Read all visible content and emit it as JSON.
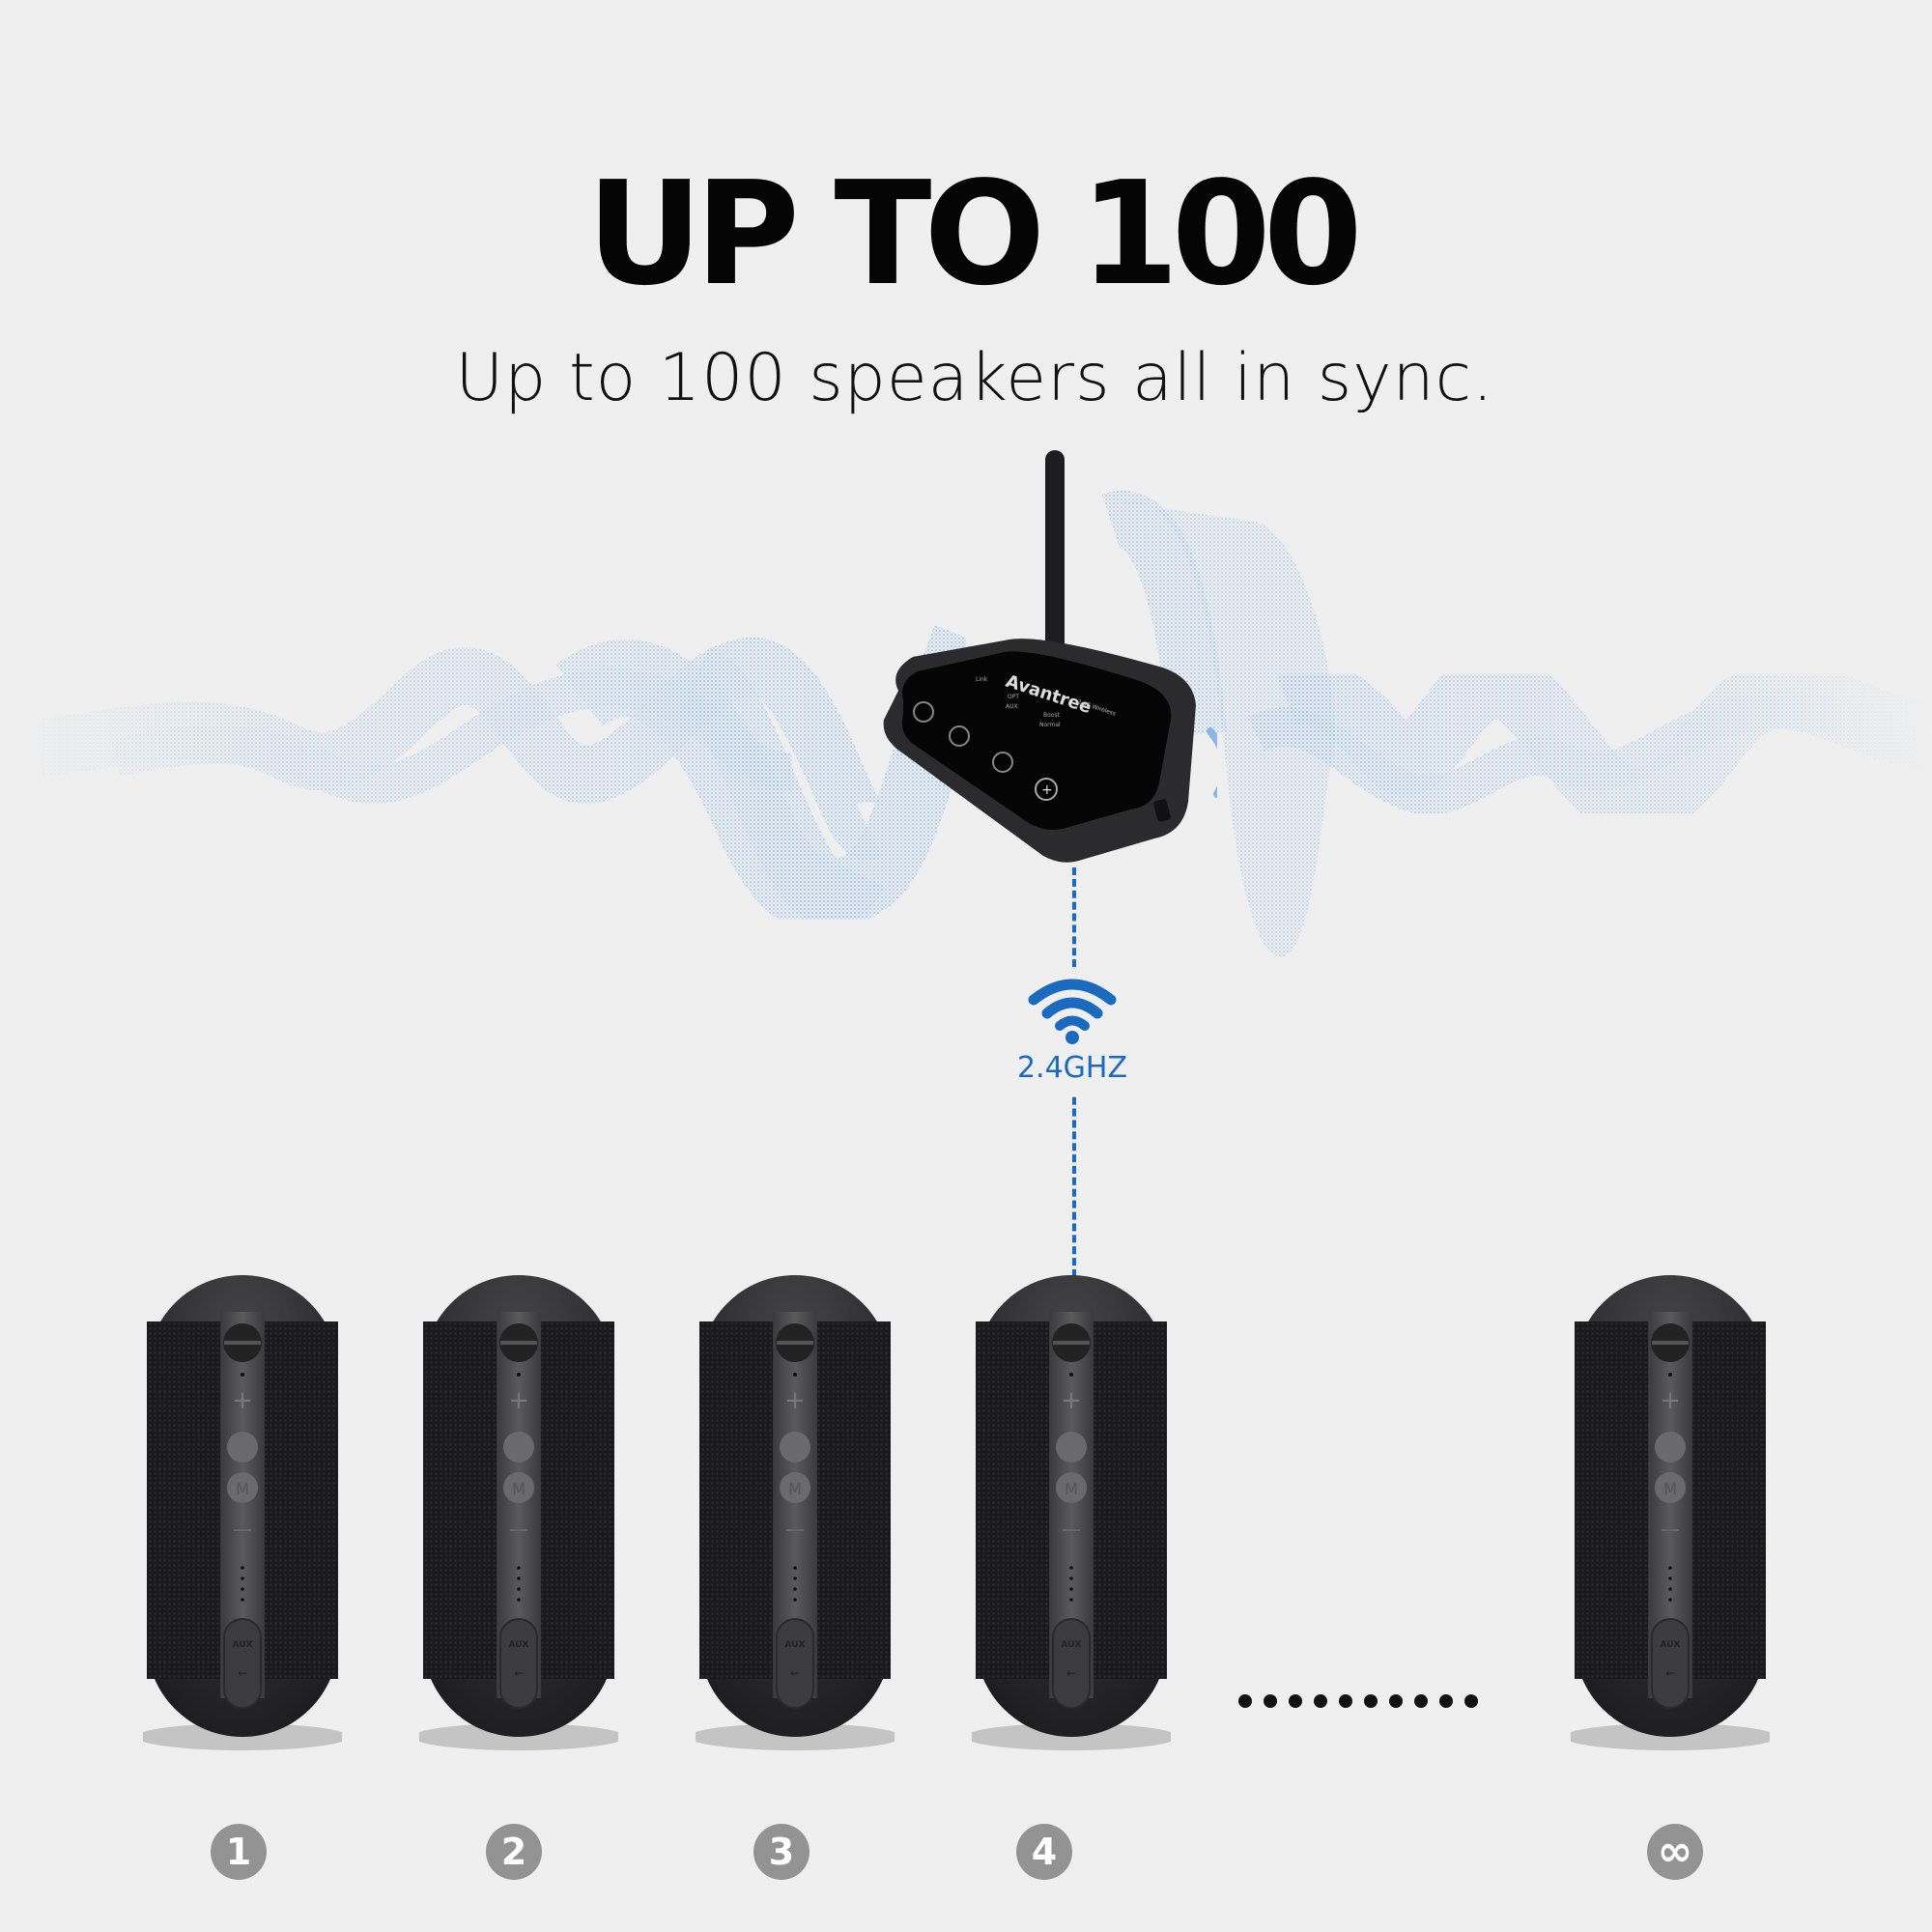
{
  "headline": "UP TO 100",
  "subheadline": "Up to 100 speakers all in sync.",
  "hub": {
    "brand": "Avantree",
    "model_label": "2.4G Wireless",
    "panel_labels": [
      "Link",
      "OPT",
      "AUX",
      "Boost",
      "Normal"
    ],
    "antenna": "antenna",
    "icon": "sound-wave-icon"
  },
  "connection": {
    "icon": "wifi-icon",
    "label": "2.4GHZ",
    "color": "#1a6bbf"
  },
  "speakers": [
    {
      "badge": "1",
      "aux_label": "AUX"
    },
    {
      "badge": "2",
      "aux_label": "AUX"
    },
    {
      "badge": "3",
      "aux_label": "AUX"
    },
    {
      "badge": "4",
      "aux_label": "AUX"
    },
    {
      "badge": "∞",
      "aux_label": "AUX"
    }
  ],
  "ellipsis_dots": 10,
  "colors": {
    "background": "#efefef",
    "accent_blue": "#1a6bbf",
    "wave_blue": "#7fb3e8",
    "badge_gray": "#939393"
  }
}
